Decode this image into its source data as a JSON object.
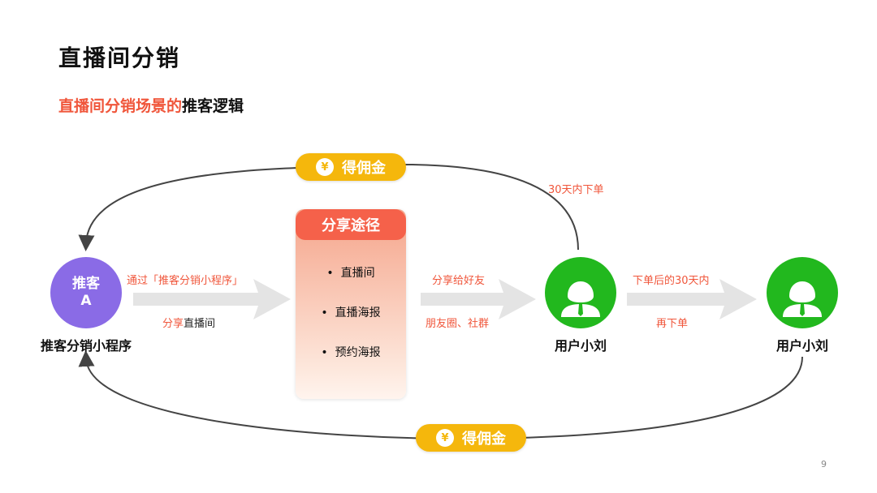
{
  "page": {
    "title": "直播间分销",
    "subtitle_red": "直播间分销场景的",
    "subtitle_dark": "推客逻辑",
    "page_number": "9"
  },
  "diagram": {
    "commission_top": "得佣金",
    "commission_bottom": "得佣金",
    "coin_glyph": "¥",
    "label_30days": "30天内下单",
    "node_a": {
      "line1": "推客",
      "line2": "A",
      "caption": "推客分销小程序"
    },
    "arrow1": {
      "top_text": "通过「推客分销小程序」",
      "bottom_red": "分享",
      "bottom_dark": "直播间"
    },
    "panel": {
      "title": "分享途径",
      "items": [
        "直播间",
        "直播海报",
        "预约海报"
      ]
    },
    "arrow2": {
      "top_text": "分享给好友",
      "bottom_text": "朋友圈、社群"
    },
    "user1": {
      "caption": "用户小刘"
    },
    "arrow3": {
      "top_text": "下单后的30天内",
      "bottom_text": "再下单"
    },
    "user2": {
      "caption": "用户小刘"
    }
  },
  "colors": {
    "accent_red": "#f0563b",
    "purple": "#8a6be6",
    "green": "#22b81e",
    "gold": "#f5b70c",
    "arrow_gray": "#e4e4e4"
  }
}
